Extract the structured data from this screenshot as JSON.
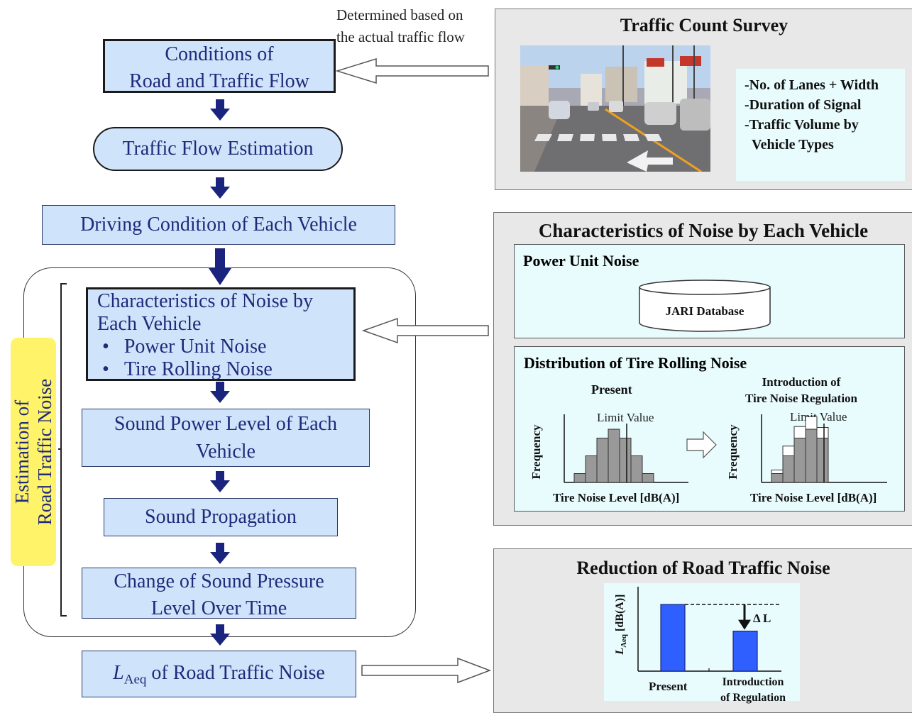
{
  "note": {
    "line1": "Determined based on",
    "line2": "the actual traffic flow"
  },
  "flow": {
    "conditions": {
      "line1": "Conditions of",
      "line2": "Road and Traffic Flow"
    },
    "estimation": "Traffic Flow Estimation",
    "driving": "Driving Condition of Each Vehicle",
    "characteristics": {
      "line1": "Characteristics of Noise by",
      "line2": "Each Vehicle",
      "bullet1": "Power Unit Noise",
      "bullet2": "Tire Rolling Noise"
    },
    "sound_power": {
      "line1": "Sound Power Level of Each",
      "line2": "Vehicle"
    },
    "propagation": "Sound Propagation",
    "change": {
      "line1": "Change of Sound Pressure",
      "line2": "Level Over Time"
    },
    "laeq": {
      "L": "L",
      "sub": "Aeq",
      "rest": " of Road Traffic Noise"
    },
    "bracket_label": {
      "line1": "Estimation of",
      "line2": "Road Traffic Noise"
    }
  },
  "survey": {
    "title": "Traffic Count Survey",
    "items": [
      "No. of Lanes + Width",
      "Duration of Signal",
      "Traffic Volume by",
      "Vehicle Types"
    ]
  },
  "characteristics_panel": {
    "title": "Characteristics of Noise by Each Vehicle",
    "power_unit": {
      "title": "Power Unit Noise",
      "database": "JARI Database"
    },
    "tire": {
      "title": "Distribution of Tire Rolling Noise",
      "present_label": "Present",
      "intro_label_1": "Introduction of",
      "intro_label_2": "Tire Noise Regulation",
      "limit_label": "Limit Value",
      "y_label": "Frequency",
      "x_label": "Tire Noise Level [dB(A)]"
    }
  },
  "reduction_panel": {
    "title": "Reduction of Road Traffic Noise",
    "y_label": "L",
    "y_sub": "Aeq",
    "y_unit": " [dB(A)]",
    "delta": "Δ L",
    "cat1": "Present",
    "cat2_line1": "Introduction",
    "cat2_line2": "of Regulation"
  },
  "colors": {
    "box_fill": "#cfe4fb",
    "text_blue": "#1f2a7a",
    "arrow_navy": "#1a237e",
    "highlight_yellow": "#fff36a",
    "bar_blue": "#2f5fff",
    "hist_gray": "#999999"
  },
  "chart_data": [
    {
      "type": "bar",
      "title": "Present",
      "xlabel": "Tire Noise Level [dB(A)]",
      "ylabel": "Frequency",
      "annotations": [
        "Limit Value"
      ],
      "series": [
        {
          "values": [
            1,
            3,
            5,
            6,
            5,
            3,
            1
          ]
        }
      ]
    },
    {
      "type": "bar",
      "title": "Introduction of Tire Noise Regulation",
      "xlabel": "Tire Noise Level [dB(A)]",
      "ylabel": "Frequency",
      "annotations": [
        "Limit Value"
      ],
      "series": [
        {
          "values": [
            1,
            3,
            5,
            6,
            5
          ]
        },
        {
          "values": [
            0.4,
            1.1,
            1.3,
            1.4,
            1.2
          ]
        }
      ]
    },
    {
      "type": "bar",
      "title": "Reduction of Road Traffic Noise",
      "categories": [
        "Present",
        "Introduction of Regulation"
      ],
      "ylabel": "LAeq [dB(A)]",
      "series": [
        {
          "values": [
            10,
            6
          ]
        }
      ],
      "annotations": [
        "Δ L"
      ]
    }
  ]
}
